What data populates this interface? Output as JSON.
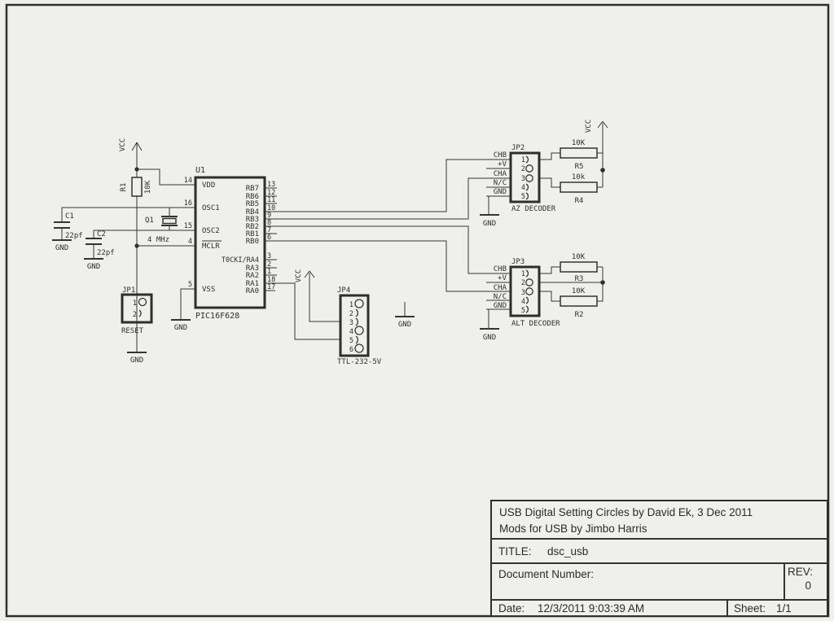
{
  "colors": {
    "background": "#efefec",
    "line": "#35352f",
    "text": "#2e2e2a"
  },
  "power": {
    "vcc": "VCC",
    "gnd": "GND"
  },
  "sch": {
    "u1": {
      "ref": "U1",
      "part": "PIC16F628",
      "left_pins": [
        {
          "n": "14",
          "label": "VDD"
        },
        {
          "n": "16",
          "label": "OSC1"
        },
        {
          "n": "15",
          "label": "OSC2"
        },
        {
          "n": "4",
          "label": "MCLR"
        },
        {
          "n": "5",
          "label": "VSS"
        }
      ],
      "right_pins": [
        {
          "n": "13",
          "label": "RB7"
        },
        {
          "n": "12",
          "label": "RB6"
        },
        {
          "n": "11",
          "label": "RB5"
        },
        {
          "n": "10",
          "label": "RB4"
        },
        {
          "n": "9",
          "label": "RB3"
        },
        {
          "n": "8",
          "label": "RB2"
        },
        {
          "n": "7",
          "label": "RB1"
        },
        {
          "n": "6",
          "label": "RB0"
        },
        {
          "n": "3",
          "label": "T0CKI/RA4"
        },
        {
          "n": "2",
          "label": "RA3"
        },
        {
          "n": "1",
          "label": "RA2"
        },
        {
          "n": "18",
          "label": "RA1"
        },
        {
          "n": "17",
          "label": "RA0"
        }
      ]
    },
    "r1": {
      "ref": "R1",
      "value": "10K"
    },
    "c1": {
      "ref": "C1",
      "value": "22pf"
    },
    "c2": {
      "ref": "C2",
      "value": "22pf"
    },
    "q1": {
      "ref": "Q1",
      "value": "4 MHz"
    },
    "jp1": {
      "ref": "JP1",
      "label": "RESET",
      "pins": [
        "1",
        "2"
      ]
    },
    "jp4": {
      "ref": "JP4",
      "label": "TTL-232-5V",
      "pins": [
        "1",
        "2",
        "3",
        "4",
        "5",
        "6"
      ]
    },
    "jp2": {
      "ref": "JP2",
      "label": "AZ DECODER",
      "pins": [
        "1",
        "2",
        "3",
        "4",
        "5"
      ],
      "nets": [
        "CHB",
        "+V",
        "CHA",
        "N/C",
        "GND"
      ]
    },
    "jp3": {
      "ref": "JP3",
      "label": "ALT DECODER",
      "pins": [
        "1",
        "2",
        "3",
        "4",
        "5"
      ],
      "nets": [
        "CHB",
        "+V",
        "CHA",
        "N/C",
        "GND"
      ]
    },
    "r5": {
      "ref": "R5",
      "value": "10K"
    },
    "r4": {
      "ref": "R4",
      "value": "10k"
    },
    "r3": {
      "ref": "R3",
      "value": "10K"
    },
    "r2": {
      "ref": "R2",
      "value": "10K"
    }
  },
  "title_block": {
    "line1": "USB Digital Setting Circles by David Ek, 3 Dec 2011",
    "line2": "Mods for USB by Jimbo Harris",
    "title_label": "TITLE:",
    "title": "dsc_usb",
    "doc_label": "Document Number:",
    "rev_label": "REV:",
    "rev": "0",
    "date_label": "Date:",
    "date": "12/3/2011 9:03:39 AM",
    "sheet_label": "Sheet:",
    "sheet": "1/1"
  }
}
